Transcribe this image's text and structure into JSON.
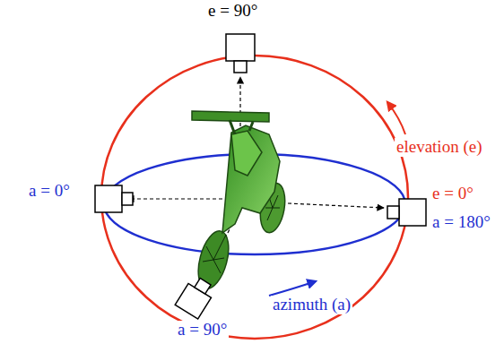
{
  "diagram": {
    "labels": [
      "e = 90°",
      "elevation (e)",
      "a = 0°",
      "e = 0°",
      "a = 180°",
      "a = 90°",
      "azimuth (a)"
    ]
  }
}
